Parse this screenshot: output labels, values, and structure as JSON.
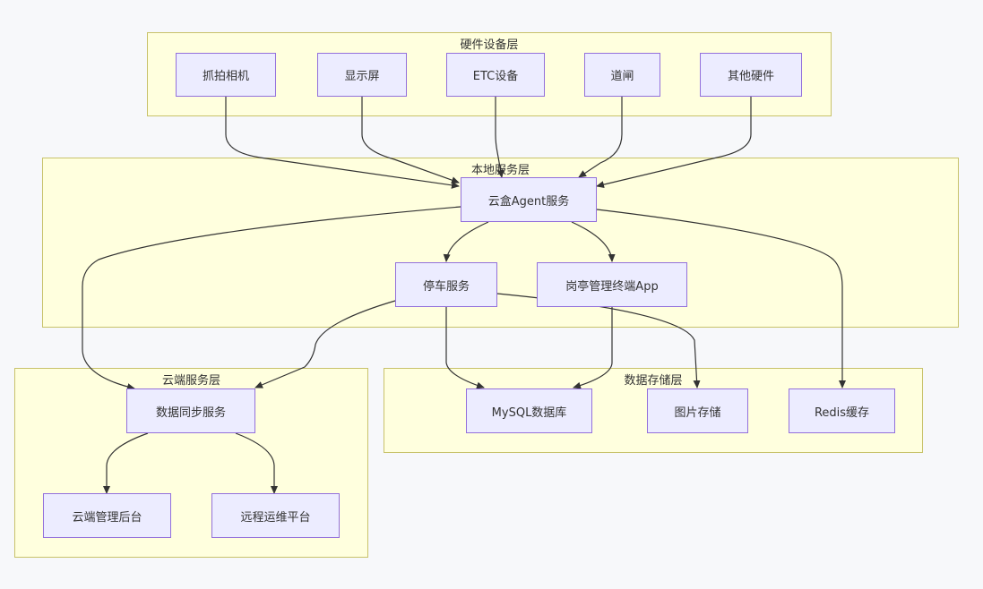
{
  "clusters": {
    "hardware": "硬件设备层",
    "local": "本地服务层",
    "cloud": "云端服务层",
    "storage": "数据存储层"
  },
  "nodes": {
    "camera": "抓拍相机",
    "display": "显示屏",
    "etc": "ETC设备",
    "gate": "道闸",
    "other_hw": "其他硬件",
    "agent": "云盒Agent服务",
    "parking": "停车服务",
    "booth_app": "岗亭管理终端App",
    "sync": "数据同步服务",
    "cloud_admin": "云端管理后台",
    "remote_ops": "远程运维平台",
    "mysql": "MySQL数据库",
    "image_store": "图片存储",
    "redis": "Redis缓存"
  },
  "colors": {
    "node_fill": "#ececff",
    "node_border": "#9370db",
    "cluster_fill": "#ffffde",
    "cluster_border": "#c8c26a",
    "edge": "#333333"
  }
}
